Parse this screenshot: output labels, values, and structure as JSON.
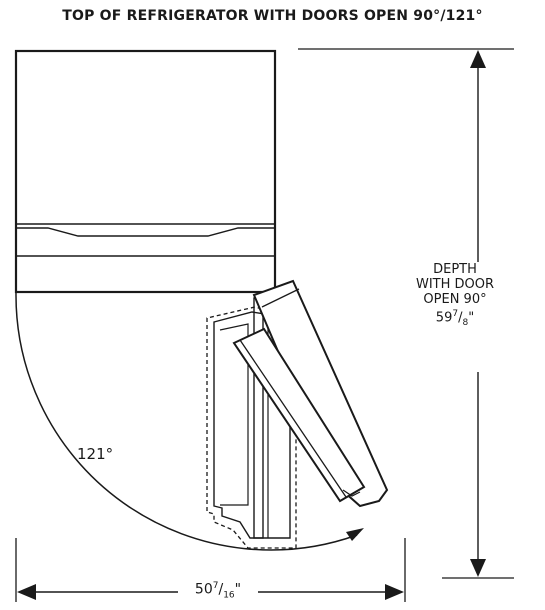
{
  "title": "TOP OF REFRIGERATOR WITH DOORS OPEN 90°/121°",
  "depth": {
    "line1": "DEPTH",
    "line2": "WITH DOOR",
    "line3": "OPEN 90°",
    "value_whole": "59",
    "value_num": "7",
    "value_den": "8",
    "unit": "\""
  },
  "angle_label": "121°",
  "width": {
    "value_whole": "50",
    "value_num": "7",
    "value_den": "16",
    "unit": "\""
  }
}
